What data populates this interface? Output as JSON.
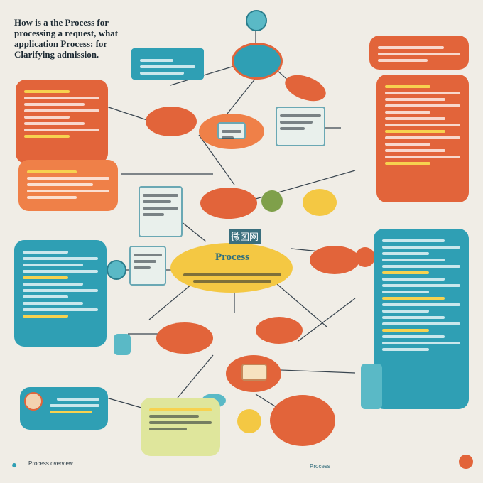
{
  "title": {
    "line1": "How is a the Process for",
    "line2": "processing a request, what",
    "line3": "application Process: for",
    "line4": "Clarifying admission."
  },
  "central_node": {
    "label": "Process"
  },
  "watermark": "微图网",
  "footer_left": "Process overview",
  "footer_right": "Process",
  "colors": {
    "background": "#f0ede6",
    "orange": "#e2643a",
    "teal": "#2f9fb4",
    "yellow": "#f4c843",
    "lime": "#dfe69c",
    "line": "#3a4650"
  }
}
